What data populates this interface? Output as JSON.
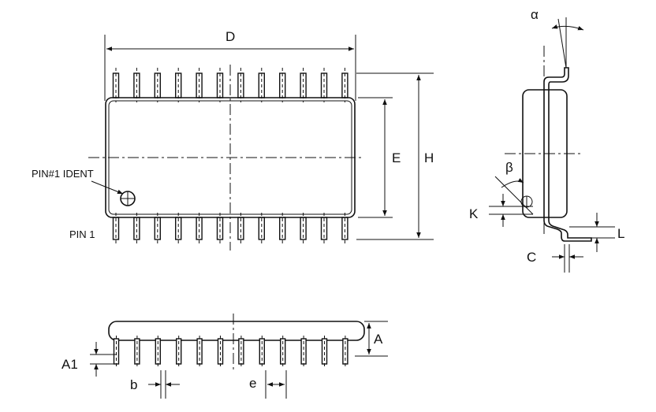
{
  "labels": {
    "D": "D",
    "E": "E",
    "H": "H",
    "pin1_ident": "PIN#1 IDENT",
    "pin1": "PIN 1",
    "alpha": "α",
    "beta": "β",
    "K": "K",
    "L": "L",
    "C": "C",
    "A": "A",
    "A1": "A1",
    "b": "b",
    "e": "e"
  },
  "pins_per_side": 12
}
